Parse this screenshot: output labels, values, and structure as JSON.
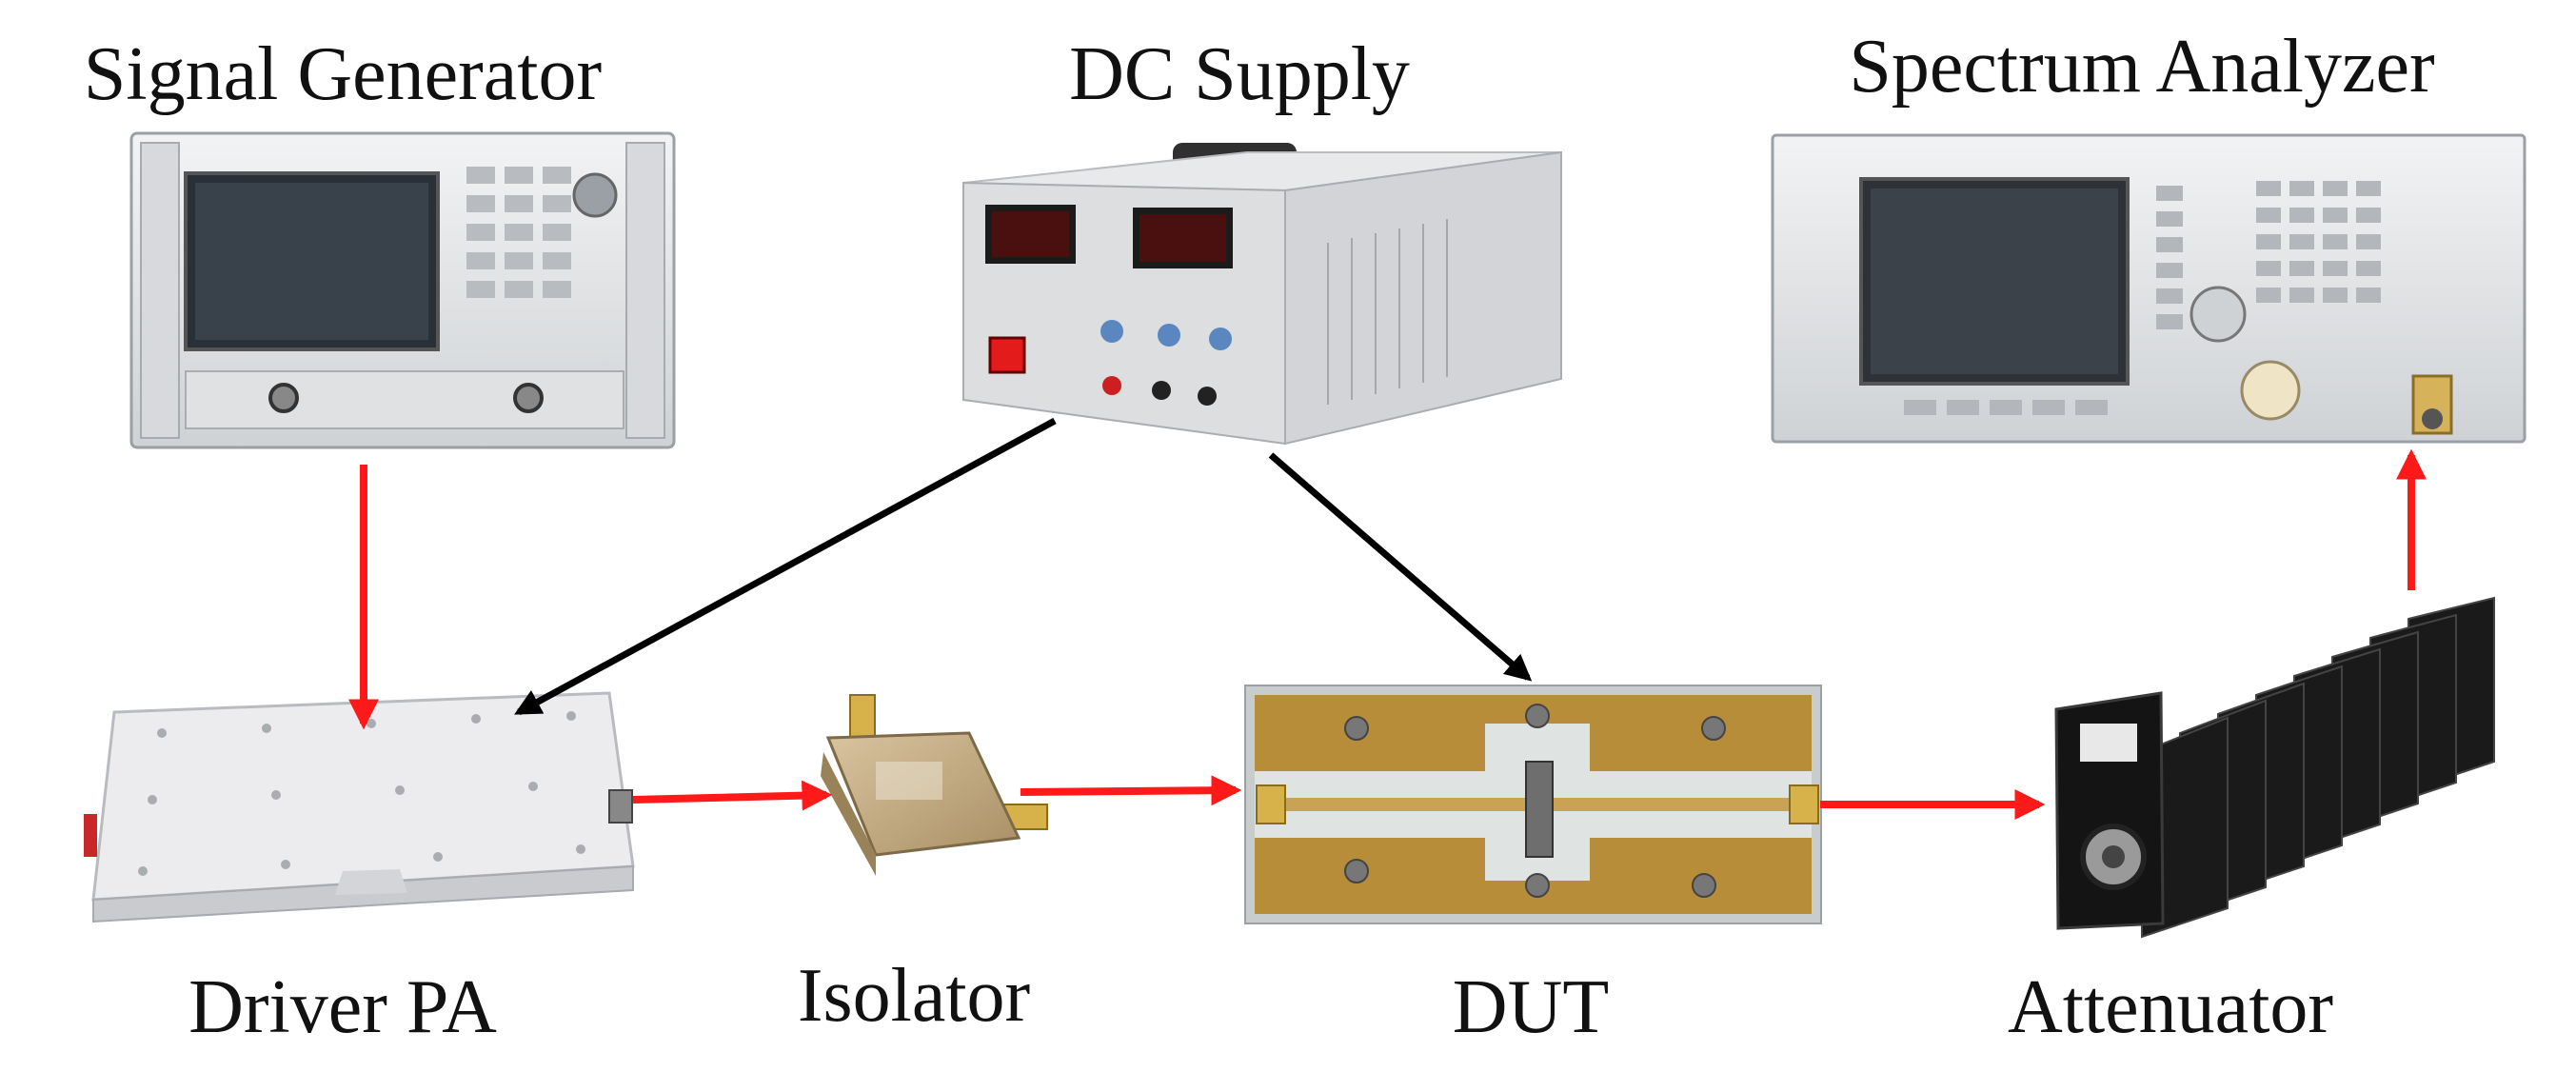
{
  "labels": {
    "signal_generator": "Signal Generator",
    "dc_supply": "DC Supply",
    "spectrum_analyzer": "Spectrum Analyzer",
    "driver_pa": "Driver PA",
    "isolator": "Isolator",
    "dut": "DUT",
    "attenuator": "Attenuator"
  },
  "colors": {
    "rf_path": "#ff1a1a",
    "dc_path": "#000000",
    "pcb": "#b88d3a",
    "instrument_body": "#e6e8ea",
    "attenuator_body": "#141414"
  },
  "connections": [
    {
      "from": "signal_generator",
      "to": "driver_pa",
      "type": "rf"
    },
    {
      "from": "driver_pa",
      "to": "isolator",
      "type": "rf"
    },
    {
      "from": "isolator",
      "to": "dut",
      "type": "rf"
    },
    {
      "from": "dut",
      "to": "attenuator",
      "type": "rf"
    },
    {
      "from": "attenuator",
      "to": "spectrum_analyzer",
      "type": "rf"
    },
    {
      "from": "dc_supply",
      "to": "driver_pa",
      "type": "dc"
    },
    {
      "from": "dc_supply",
      "to": "dut",
      "type": "dc"
    }
  ]
}
